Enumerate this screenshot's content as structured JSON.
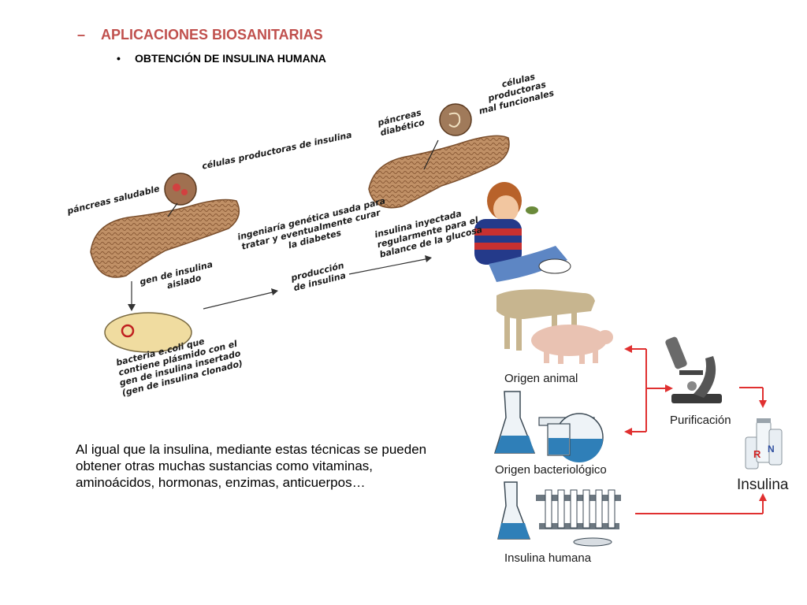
{
  "header": {
    "dash": "–",
    "title": "APLICACIONES BIOSANITARIAS",
    "bullet": "•",
    "subtitle": "OBTENCIÓN DE INSULINA HUMANA"
  },
  "illustration": {
    "healthy_pancreas": "páncreas saludable",
    "producer_cells": "células productoras de insulina",
    "isolated_gene": [
      "gen de insulina",
      "aislado"
    ],
    "bacteria": [
      "bacteria e.coli que",
      "contiene plásmido con el",
      "gen de insulina insertado",
      "(gen de insulina clonado)"
    ],
    "genetic_engineering": [
      "ingeniaría genética usada para",
      "tratar y eventualmente curar",
      "la diabetes"
    ],
    "insulin_production": [
      "producción",
      "de insulina"
    ],
    "diabetic_pancreas": [
      "páncreas",
      "diabético"
    ],
    "malfunction_cells": [
      "células",
      "productoras",
      "mal funcionales"
    ],
    "injected_insulin": [
      "insulina inyectada",
      "regularmente para el",
      "balance de la glucosa"
    ]
  },
  "paragraph": "Al igual que la insulina, mediante estas técnicas se pueden obtener otras muchas sustancias como vitaminas, aminoácidos, hormonas, enzimas, anticuerpos…",
  "diagram": {
    "animal_origin": "Origen animal",
    "bacterial_origin": "Origen bacteriológico",
    "human_insulin": "Insulina humana",
    "purification": "Purificación",
    "insulin": "Insulina"
  },
  "colors": {
    "title": "#c0504d",
    "arrow_red": "#e03030",
    "pancreas": "#b98a5e",
    "liquid_blue": "#2f7fb8"
  }
}
